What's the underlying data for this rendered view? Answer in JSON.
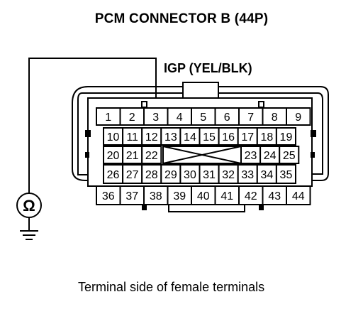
{
  "title": "PCM CONNECTOR B (44P)",
  "wire_label": "IGP (YEL/BLK)",
  "meter_symbol": "Ω",
  "meter_icon": "ohmmeter-icon",
  "ground_icon": "ground-icon",
  "caption": "Terminal side of female terminals",
  "probed_terminal": "3",
  "terminal_rows": [
    [
      "1",
      "2",
      "3",
      "4",
      "5",
      "6",
      "7",
      "8",
      "9"
    ],
    [
      "10",
      "11",
      "12",
      "13",
      "14",
      "15",
      "16",
      "17",
      "18",
      "19"
    ],
    [
      "20",
      "21",
      "22",
      "23",
      "24",
      "25"
    ],
    [
      "26",
      "27",
      "28",
      "29",
      "30",
      "31",
      "32",
      "33",
      "34",
      "35"
    ],
    [
      "36",
      "37",
      "38",
      "39",
      "40",
      "41",
      "42",
      "43",
      "44"
    ]
  ]
}
